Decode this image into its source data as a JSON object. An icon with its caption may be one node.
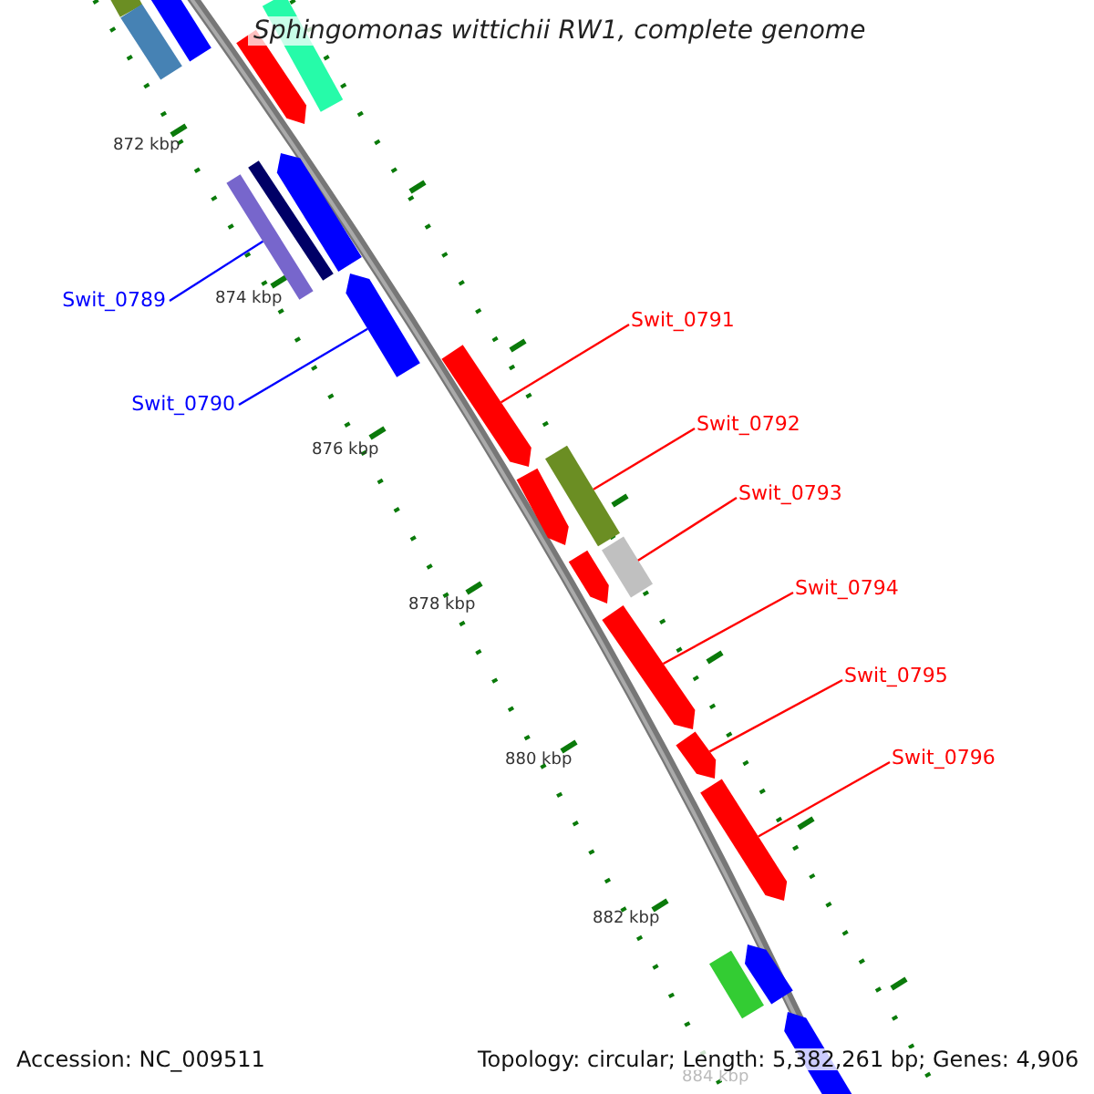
{
  "diagram": {
    "title": "Sphingomonas wittichii RW1, complete genome",
    "nodes": [
      {
        "text": [
          "Swit_0789"
        ]
      },
      {
        "text": [
          "Swit_0790"
        ]
      },
      {
        "text": [
          "Swit_0791"
        ]
      },
      {
        "text": [
          "Swit_0792"
        ]
      },
      {
        "text": [
          "Swit_0793"
        ]
      },
      {
        "text": [
          "Swit_0794"
        ]
      },
      {
        "text": [
          "Swit_0795"
        ]
      },
      {
        "text": [
          "Swit_0796"
        ]
      },
      {
        "text": [],
        "shape": "bar"
      },
      {
        "text": [],
        "shape": "bar"
      },
      {
        "text": [],
        "shape": "bar"
      },
      {
        "text": [],
        "shape": "bar"
      },
      {
        "text": [],
        "shape": "arrow"
      },
      {
        "text": [],
        "shape": "arrow"
      },
      {
        "text": [],
        "shape": "bar"
      },
      {
        "text": [],
        "shape": "bar"
      },
      {
        "text": [],
        "shape": "arrow"
      },
      {
        "text": [],
        "shape": "arrow"
      },
      {
        "text": [],
        "shape": "bar"
      },
      {
        "text": [],
        "shape": "arrow"
      },
      {
        "text": [],
        "shape": "bar"
      },
      {
        "text": [],
        "shape": "arrow"
      },
      {
        "text": [],
        "shape": "arrow"
      },
      {
        "text": [],
        "shape": "arrow"
      },
      {
        "text": [],
        "shape": "arrow"
      },
      {
        "text": [],
        "shape": "arrow"
      },
      {
        "text": [],
        "shape": "bar"
      },
      {
        "text": [],
        "shape": "arrow"
      }
    ],
    "edges": [
      {
        "from": 0,
        "to": 15,
        "arrow": "none",
        "color": "#0000ff"
      },
      {
        "from": 1,
        "to": 16,
        "arrow": "none",
        "color": "#0000ff"
      },
      {
        "from": 2,
        "to": 17,
        "arrow": "none"
      },
      {
        "from": 3,
        "to": 18,
        "arrow": "none"
      },
      {
        "from": 4,
        "to": 20,
        "arrow": "none"
      },
      {
        "from": 5,
        "to": 22,
        "arrow": "none"
      },
      {
        "from": 6,
        "to": 23,
        "arrow": "none"
      },
      {
        "from": 7,
        "to": 24,
        "arrow": "none"
      }
    ],
    "labels": [
      "872 kbp",
      "874 kbp",
      "876 kbp",
      "878 kbp",
      "880 kbp",
      "882 kbp",
      "884 kbp",
      "Accession: NC_009511",
      "Topology: circular; Length: 5,382,261 bp; Genes: 4,906"
    ]
  }
}
